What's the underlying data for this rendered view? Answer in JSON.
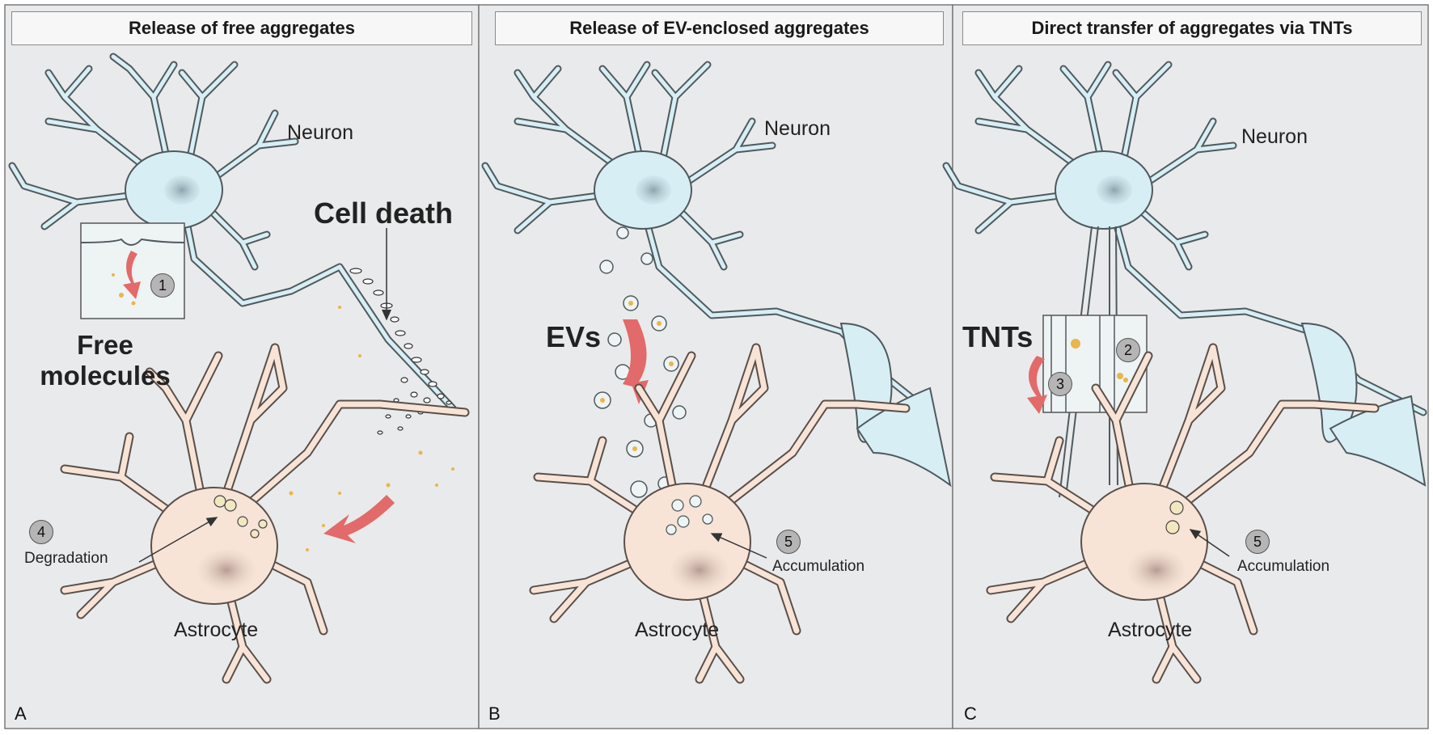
{
  "panels": [
    {
      "letter": "A",
      "header": "Release of free aggregates",
      "neuron_label": "Neuron",
      "astrocyte_label": "Astrocyte",
      "event_label": "Cell death",
      "particles_label": "Free molecules",
      "outcome_label": "Degradation",
      "steps": [
        "1",
        "4"
      ]
    },
    {
      "letter": "B",
      "header": "Release of EV-enclosed aggregates",
      "neuron_label": "Neuron",
      "astrocyte_label": "Astrocyte",
      "particles_label": "EVs",
      "outcome_label": "Accumulation",
      "steps": [
        "5"
      ]
    },
    {
      "letter": "C",
      "header": "Direct transfer of aggregates via TNTs",
      "neuron_label": "Neuron",
      "astrocyte_label": "Astrocyte",
      "particles_label": "TNTs",
      "outcome_label": "Accumulation",
      "steps": [
        "2",
        "3",
        "5"
      ]
    }
  ],
  "colors": {
    "panel_bg": "#e9eaeb",
    "neuron_fill": "#d7eef4",
    "neuron_stroke": "#4f5a5e",
    "astrocyte_fill": "#f7e4d7",
    "astrocyte_stroke": "#5a4f4a",
    "arrow_red": "#e26a6a",
    "aggregate": "#e8b64c"
  }
}
